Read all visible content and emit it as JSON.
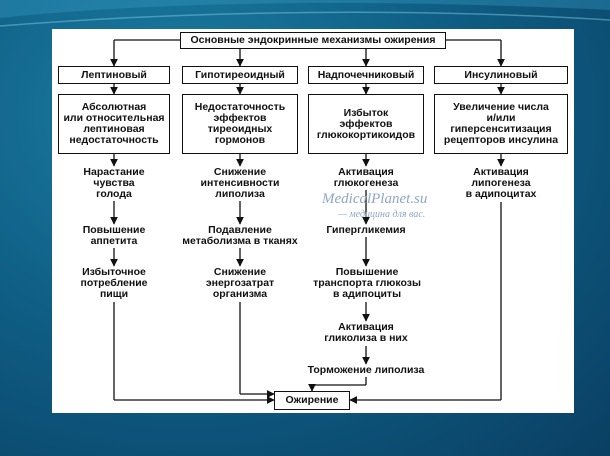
{
  "title": "Основные эндокринные механизмы ожирения",
  "columns": [
    {
      "header": "Лептиновый",
      "cause": "Абсолютная\nили относительная\nлептиновая\nнедостаточность",
      "steps": [
        "Нарастание\nчувства\nголода",
        "Повышение\nаппетита",
        "Избыточное\nпотребление\nпищи"
      ]
    },
    {
      "header": "Гипотиреоидный",
      "cause": "Недостаточность\nэффектов\nтиреоидных\nгормонов",
      "steps": [
        "Снижение\nинтенсивности\nлиполиза",
        "Подавление\nметаболизма в тканях",
        "Снижение\nэнергозатрат\nорганизма"
      ]
    },
    {
      "header": "Надпочечниковый",
      "cause": "Избыток\nэффектов\nглюкокортикоидов",
      "steps": [
        "Активация\nглюкогенеза",
        "Гипергликемия",
        "Повышение\nтранспорта глюкозы\nв адипоциты",
        "Активация\nгликолиза в них",
        "Торможение липолиза"
      ]
    },
    {
      "header": "Инсулиновый",
      "cause": "Увеличение числа\nи/или\nгиперсенситизация\nрецепторов инсулина",
      "steps": [
        "Активация\nлипогенеза\nв адипоцитах"
      ]
    }
  ],
  "outcome": "Ожирение",
  "watermark": {
    "site": "MedicalPlanet.su",
    "tagline": "— медицина для вас."
  },
  "colors": {
    "background": "#0f5f86",
    "panel": "#ffffff",
    "line": "#111111",
    "watermark": "#8da7c7"
  }
}
